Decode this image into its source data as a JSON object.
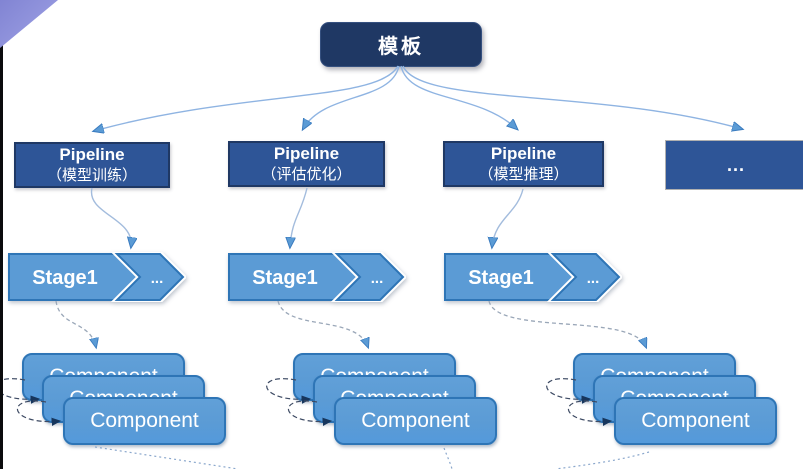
{
  "template": {
    "label": "模板"
  },
  "pipelines": [
    {
      "line1": "Pipeline",
      "line2": "（模型训练）"
    },
    {
      "line1": "Pipeline",
      "line2": "（评估优化）"
    },
    {
      "line1": "Pipeline",
      "line2": "（模型推理）"
    },
    {
      "label": "..."
    }
  ],
  "stages": [
    {
      "label": "Stage1",
      "more": "..."
    },
    {
      "label": "Stage1",
      "more": "..."
    },
    {
      "label": "Stage1",
      "more": "..."
    }
  ],
  "component_stacks": [
    {
      "layers": [
        "Component",
        "Component",
        "Component"
      ]
    },
    {
      "layers": [
        "Component",
        "Component",
        "Component"
      ]
    },
    {
      "layers": [
        "Component",
        "Component",
        "Component"
      ]
    }
  ],
  "colors": {
    "template_fill": "#1f3864",
    "pipeline_fill": "#2e5597",
    "shape_fill": "#5b9bd5",
    "shape_border": "#2e75b6",
    "corner_triangle": "#8b8ed8",
    "edge_bar": "#0b0b0d",
    "connector": "#8fb4e2"
  }
}
